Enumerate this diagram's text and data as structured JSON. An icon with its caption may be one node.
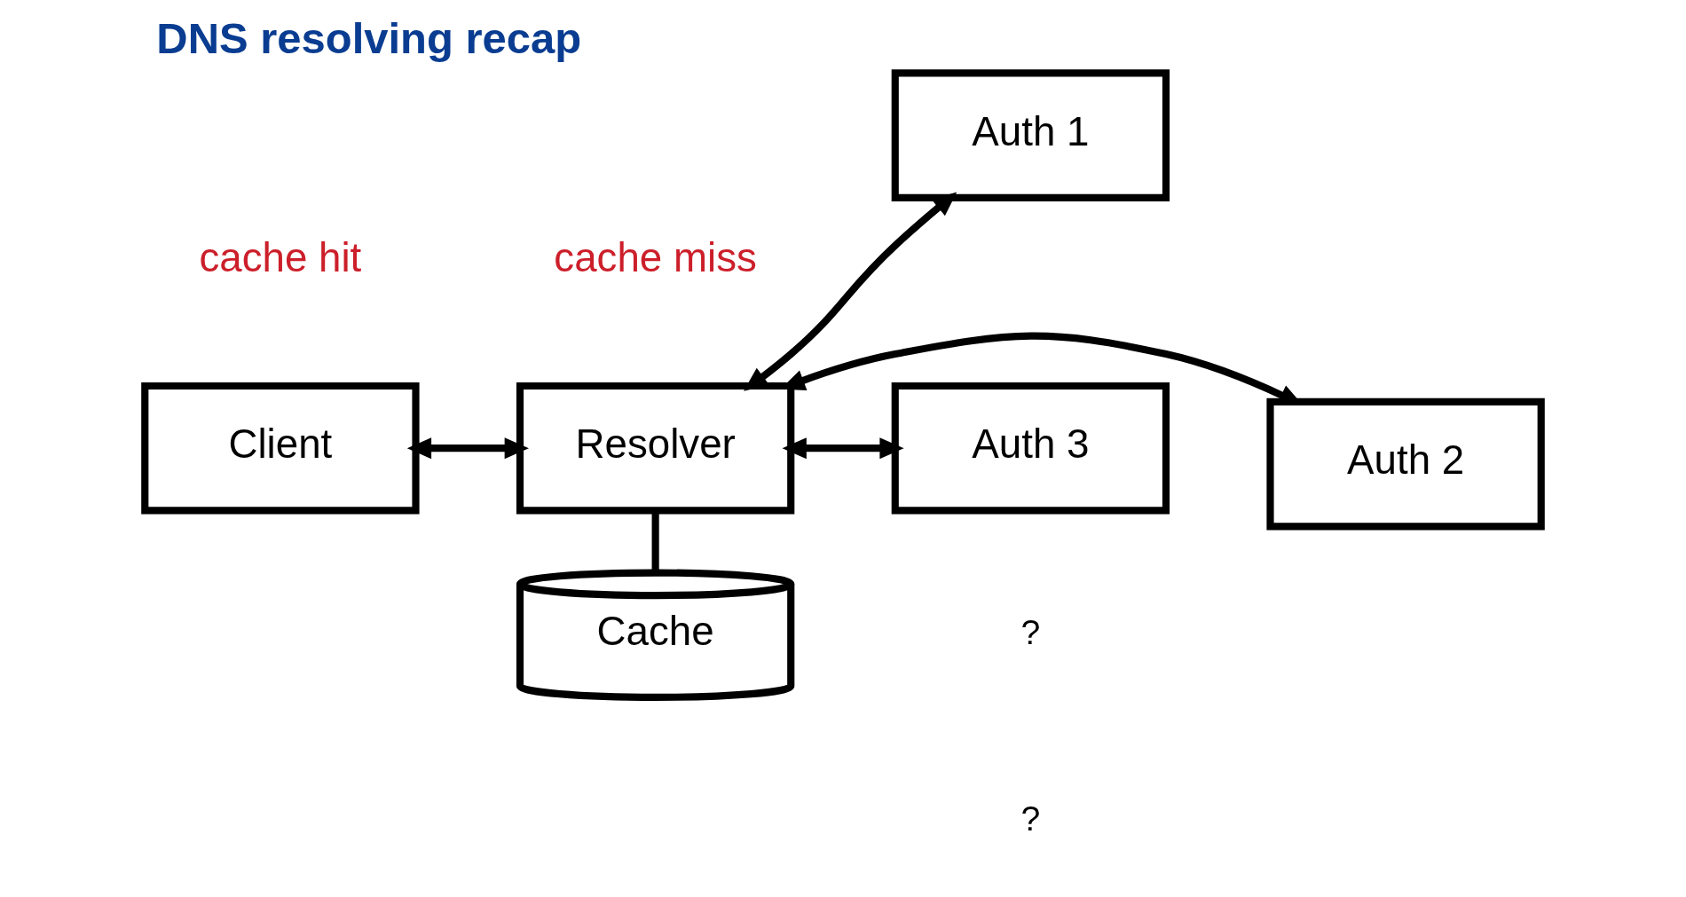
{
  "diagram": {
    "title": "DNS resolving recap",
    "nodes": [
      {
        "text": [
          "Client"
        ]
      },
      {
        "text": [
          "Resolver"
        ]
      },
      {
        "text": [
          "Cache"
        ]
      },
      {
        "text": [
          "Auth 1"
        ]
      },
      {
        "text": [
          "Auth 2"
        ]
      },
      {
        "text": [
          "Auth 3"
        ]
      }
    ],
    "edges": [
      {
        "from": 0,
        "to": 1,
        "arrow": "both"
      },
      {
        "from": 1,
        "to": 2,
        "arrow": "none"
      },
      {
        "from": 1,
        "to": 3,
        "arrow": "both"
      },
      {
        "from": 1,
        "to": 4,
        "arrow": "both"
      },
      {
        "from": 1,
        "to": 5,
        "arrow": "both"
      }
    ],
    "labels": [
      "cache miss",
      "cache hit",
      "?",
      "?"
    ]
  }
}
